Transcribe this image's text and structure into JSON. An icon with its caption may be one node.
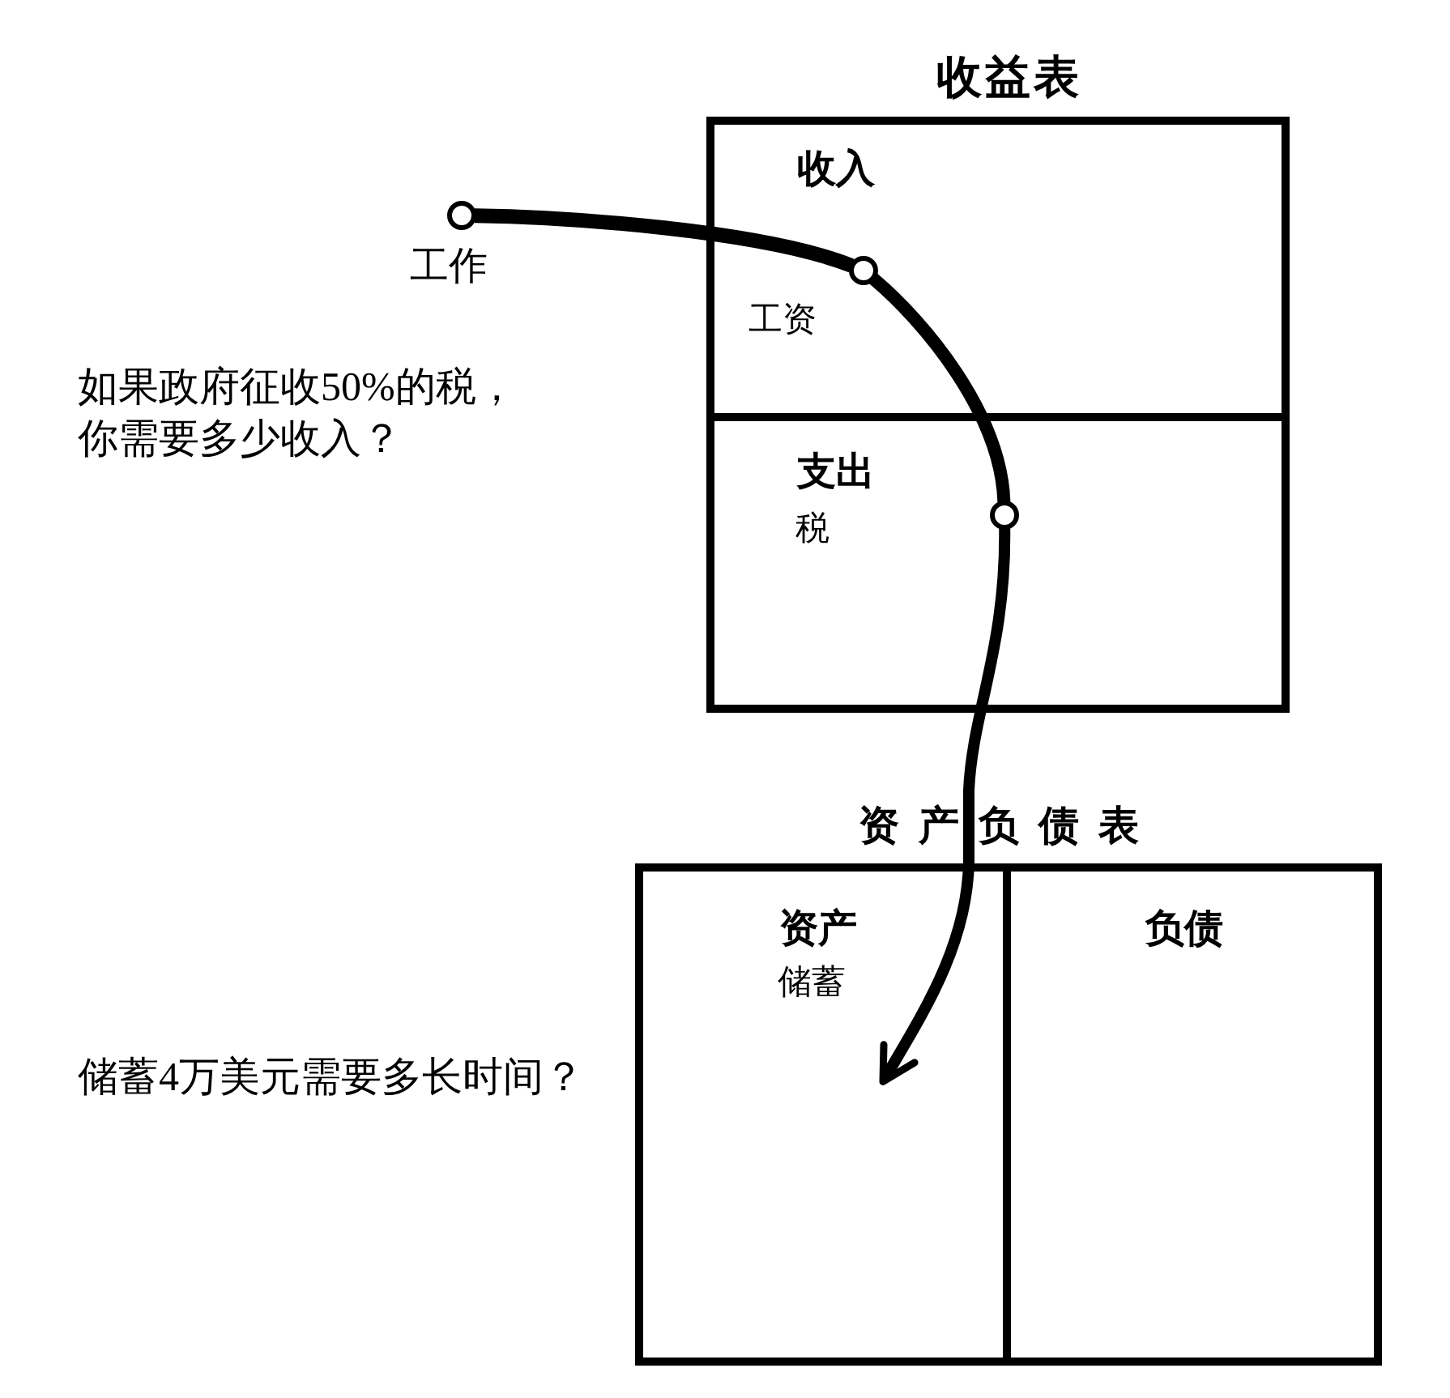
{
  "diagram": {
    "nodes": [
      {
        "text": [
          "收益表"
        ]
      },
      {
        "text": [
          "收入",
          "工资"
        ],
        "in": 0
      },
      {
        "text": [
          "支出",
          "税"
        ],
        "in": 0
      },
      {
        "text": [],
        "shape": "circle",
        "beside": [
          "工作"
        ]
      },
      {
        "text": [],
        "shape": "circle",
        "in": 1
      },
      {
        "text": [],
        "shape": "circle",
        "in": 2
      },
      {
        "text": [
          "资产负债表"
        ]
      },
      {
        "text": [
          "资产",
          "储蓄"
        ],
        "in": 6
      },
      {
        "text": [
          "负债"
        ],
        "in": 6
      }
    ],
    "edges": [
      {
        "from": 3,
        "to": 4,
        "arrow": "none"
      },
      {
        "from": 4,
        "to": 5,
        "arrow": "none"
      },
      {
        "from": 5,
        "to": 7,
        "arrow": "to"
      }
    ],
    "labels": [
      "如果政府征收50%的税，你需要多少收入？",
      "储蓄4万美元需要多长时间？"
    ]
  }
}
